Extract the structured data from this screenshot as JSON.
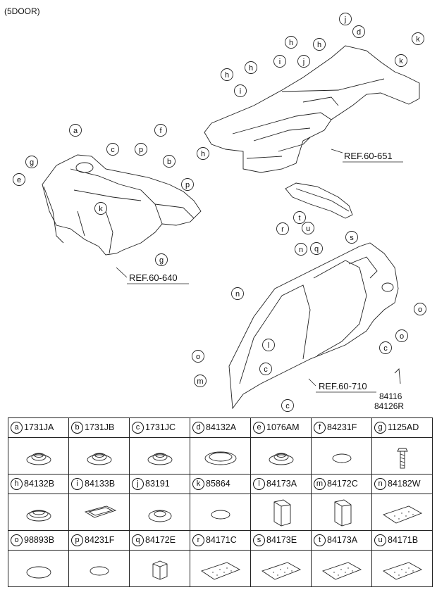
{
  "title": "(5DOOR)",
  "callout_letters": [
    "a",
    "b",
    "c",
    "d",
    "e",
    "f",
    "g",
    "h",
    "i",
    "j",
    "k",
    "l",
    "m",
    "n",
    "o",
    "p",
    "q",
    "r",
    "s",
    "t",
    "u"
  ],
  "part_numbers_loose": [
    "84116",
    "84126R"
  ],
  "references": [
    "REF.60-651",
    "REF.60-640",
    "REF.60-710"
  ],
  "parts": [
    {
      "letter": "a",
      "number": "1731JA",
      "icon": "grommet-icon"
    },
    {
      "letter": "b",
      "number": "1731JB",
      "icon": "grommet-icon"
    },
    {
      "letter": "c",
      "number": "1731JC",
      "icon": "grommet-icon"
    },
    {
      "letter": "d",
      "number": "84132A",
      "icon": "large-plug-icon"
    },
    {
      "letter": "e",
      "number": "1076AM",
      "icon": "grommet-icon"
    },
    {
      "letter": "f",
      "number": "84231F",
      "icon": "flat-plug-icon"
    },
    {
      "letter": "g",
      "number": "1125AD",
      "icon": "bolt-icon"
    },
    {
      "letter": "h",
      "number": "84132B",
      "icon": "rubber-plug-icon"
    },
    {
      "letter": "i",
      "number": "84133B",
      "icon": "rectangular-plug-icon"
    },
    {
      "letter": "j",
      "number": "83191",
      "icon": "ring-grommet-icon"
    },
    {
      "letter": "k",
      "number": "85864",
      "icon": "flat-plug-icon"
    },
    {
      "letter": "l",
      "number": "84173A",
      "icon": "foam-pad-icon"
    },
    {
      "letter": "m",
      "number": "84172C",
      "icon": "foam-pad-icon"
    },
    {
      "letter": "n",
      "number": "84182W",
      "icon": "sheet-pad-icon"
    },
    {
      "letter": "o",
      "number": "98893B",
      "icon": "dome-cap-icon"
    },
    {
      "letter": "p",
      "number": "84231F",
      "icon": "flat-plug-icon"
    },
    {
      "letter": "q",
      "number": "84172E",
      "icon": "block-pad-icon"
    },
    {
      "letter": "r",
      "number": "84171C",
      "icon": "sheet-pad-icon"
    },
    {
      "letter": "s",
      "number": "84173E",
      "icon": "sheet-pad-icon"
    },
    {
      "letter": "t",
      "number": "84173A",
      "icon": "sheet-pad-icon"
    },
    {
      "letter": "u",
      "number": "84171B",
      "icon": "sheet-pad-icon"
    }
  ]
}
